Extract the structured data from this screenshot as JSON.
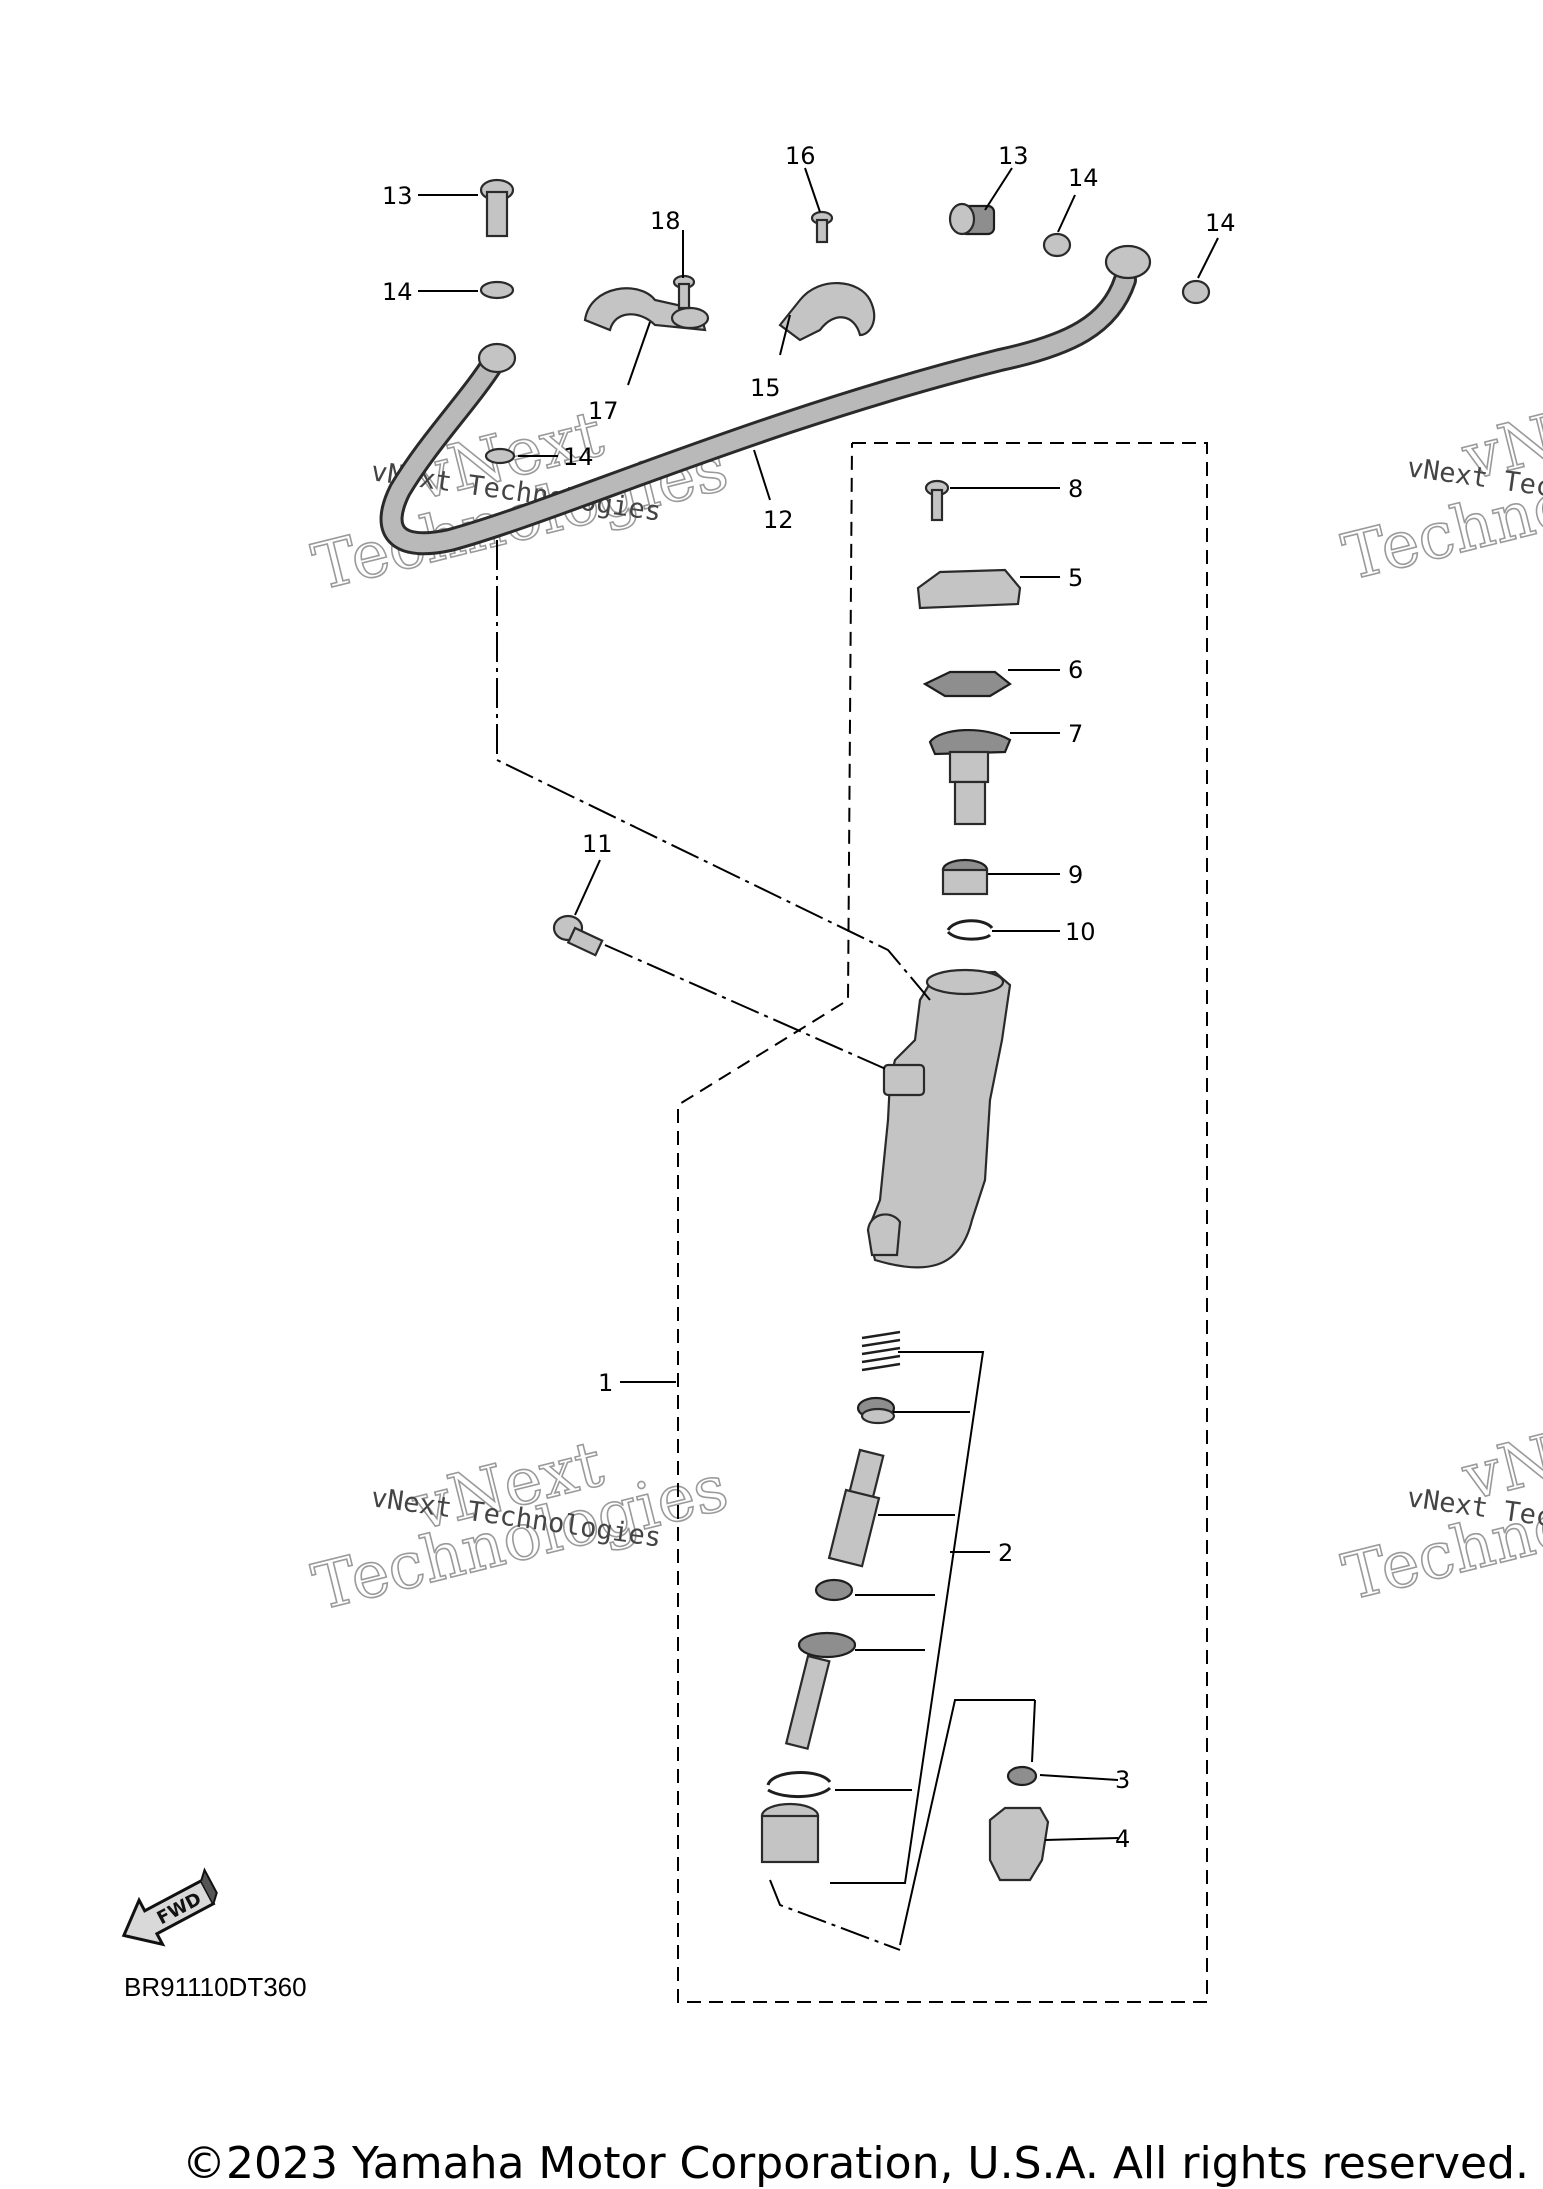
{
  "diagram": {
    "code": "BR91110DT360",
    "copyright": "©2023 Yamaha Motor Corporation, U.S.A. All rights reserved.",
    "fwd_label": "FWD",
    "callouts": {
      "c1": "1",
      "c2": "2",
      "c3": "3",
      "c4": "4",
      "c5": "5",
      "c6": "6",
      "c7": "7",
      "c8": "8",
      "c9": "9",
      "c10": "10",
      "c11": "11",
      "c12": "12",
      "c13a": "13",
      "c13b": "13",
      "c14a": "14",
      "c14b": "14",
      "c14c": "14",
      "c14d": "14",
      "c15": "15",
      "c16": "16",
      "c17": "17",
      "c18": "18"
    },
    "watermark": {
      "line1": "vNext",
      "line2": "Technologies",
      "caption": "vNext Technologies"
    }
  }
}
